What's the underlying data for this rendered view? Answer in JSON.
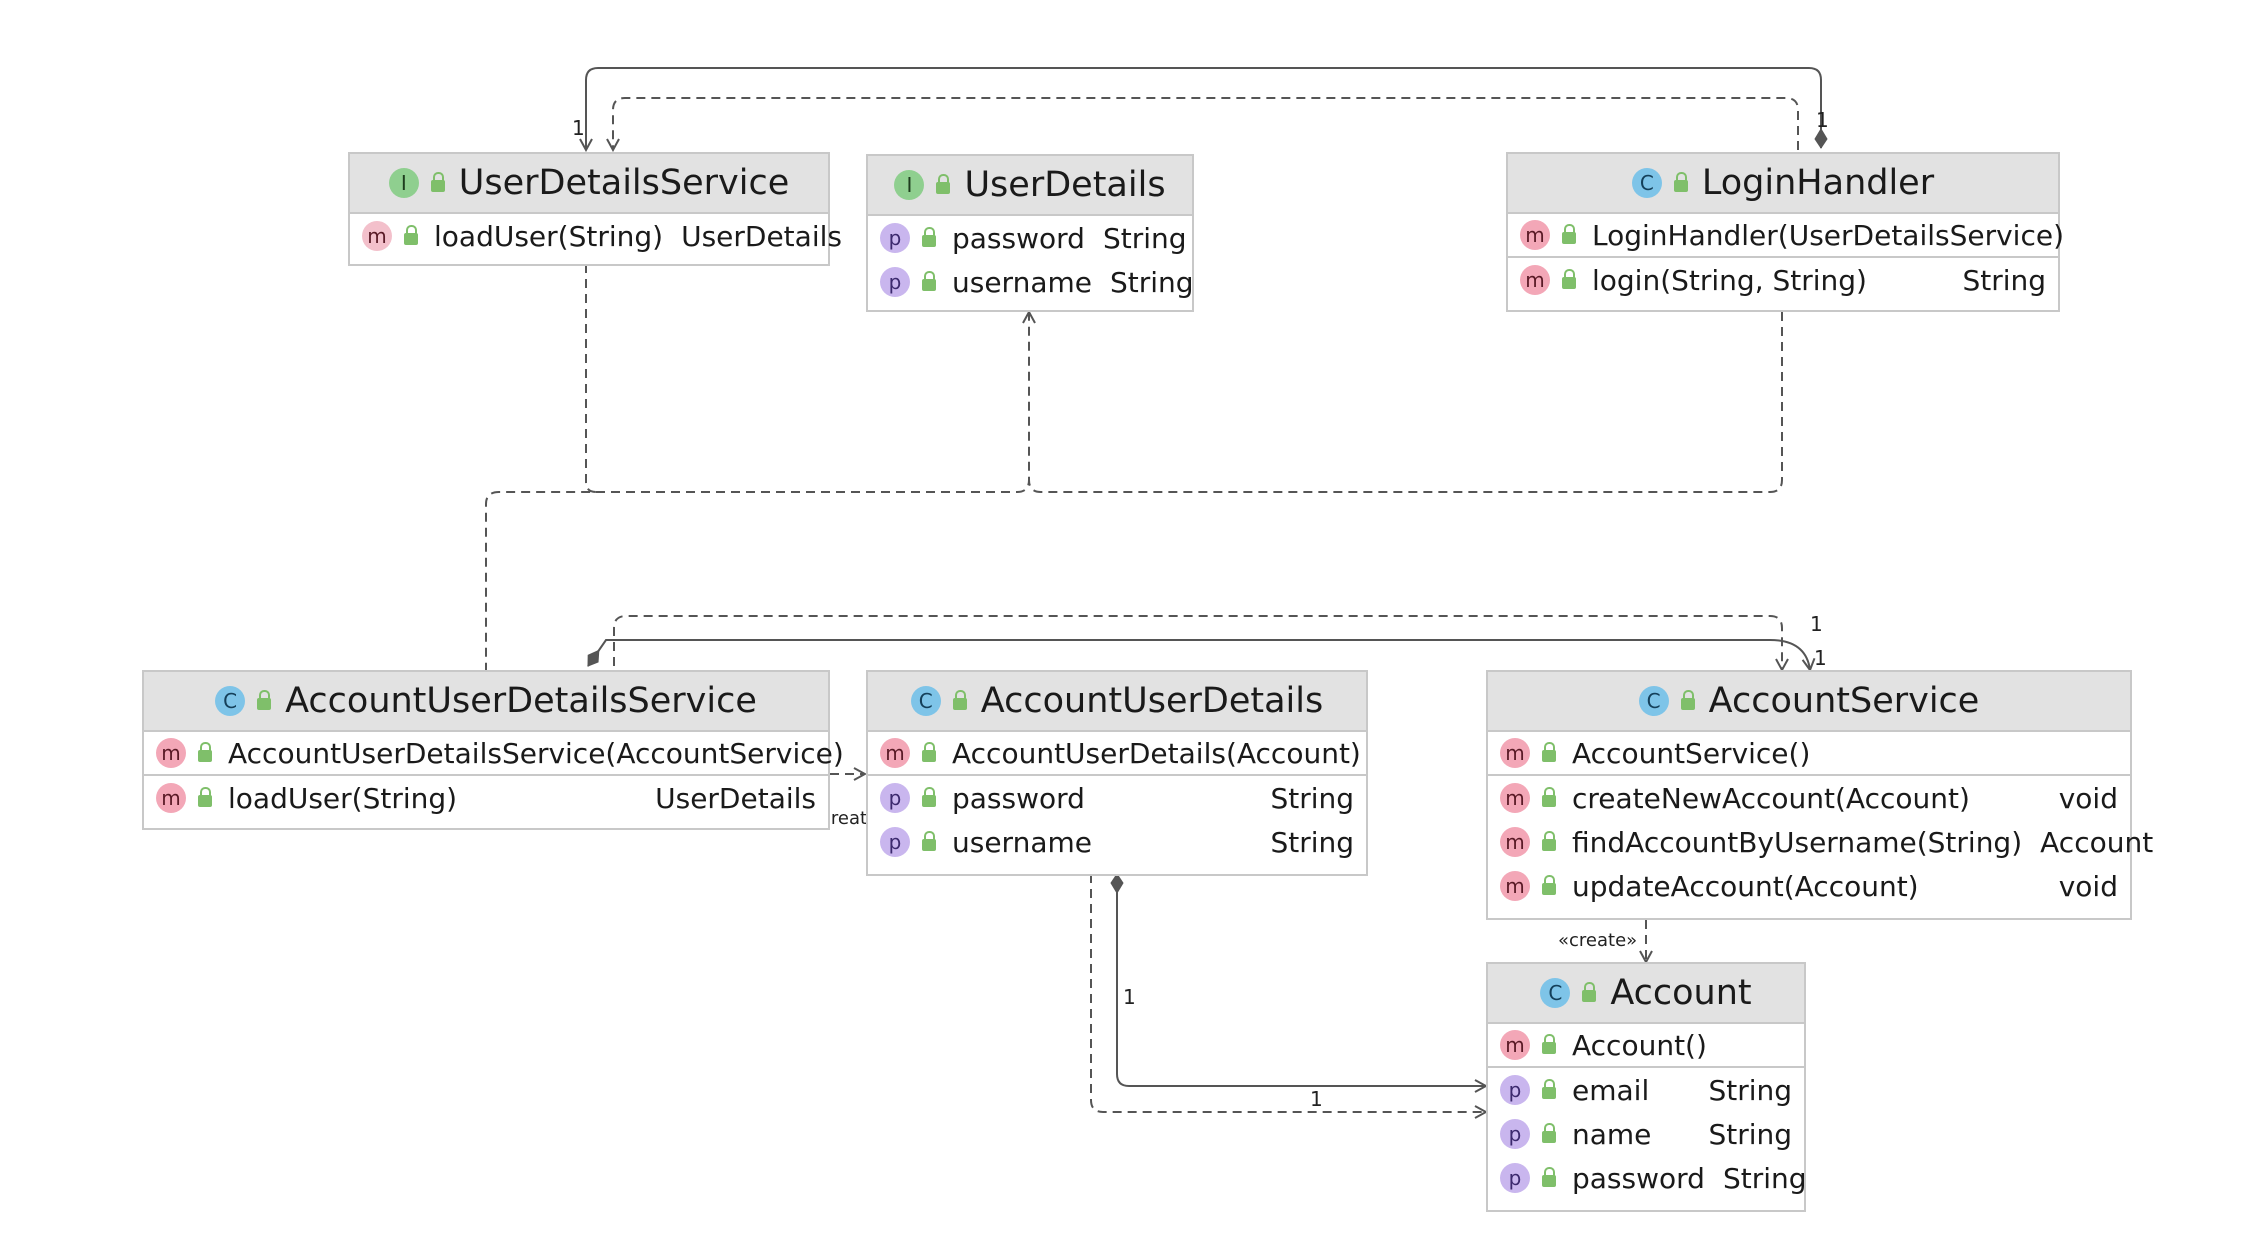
{
  "classes": {
    "user_details_service": {
      "name": "UserDetailsService",
      "kind": "interface",
      "kind_letter": "I",
      "members": [
        {
          "icon_letter": "m",
          "name": "loadUser(String)",
          "type": "UserDetails"
        }
      ]
    },
    "user_details": {
      "name": "UserDetails",
      "kind": "interface",
      "kind_letter": "I",
      "members": [
        {
          "icon_letter": "p",
          "name": "password",
          "type": "String"
        },
        {
          "icon_letter": "p",
          "name": "username",
          "type": "String"
        }
      ]
    },
    "login_handler": {
      "name": "LoginHandler",
      "kind": "class",
      "kind_letter": "C",
      "members": [
        {
          "icon_letter": "m",
          "name": "LoginHandler(UserDetailsService)",
          "type": ""
        },
        {
          "icon_letter": "m",
          "name": "login(String, String)",
          "type": "String"
        }
      ]
    },
    "account_user_details_service": {
      "name": "AccountUserDetailsService",
      "kind": "class",
      "kind_letter": "C",
      "members": [
        {
          "icon_letter": "m",
          "name": "AccountUserDetailsService(AccountService)",
          "type": ""
        },
        {
          "icon_letter": "m",
          "name": "loadUser(String)",
          "type": "UserDetails"
        }
      ]
    },
    "account_user_details": {
      "name": "AccountUserDetails",
      "kind": "class",
      "kind_letter": "C",
      "members": [
        {
          "icon_letter": "m",
          "name": "AccountUserDetails(Account)",
          "type": ""
        },
        {
          "icon_letter": "p",
          "name": "password",
          "type": "String"
        },
        {
          "icon_letter": "p",
          "name": "username",
          "type": "String"
        }
      ]
    },
    "account_service": {
      "name": "AccountService",
      "kind": "class",
      "kind_letter": "C",
      "members": [
        {
          "icon_letter": "m",
          "name": "AccountService()",
          "type": ""
        },
        {
          "icon_letter": "m",
          "name": "createNewAccount(Account)",
          "type": "void"
        },
        {
          "icon_letter": "m",
          "name": "findAccountByUsername(String)",
          "type": "Account"
        },
        {
          "icon_letter": "m",
          "name": "updateAccount(Account)",
          "type": "void"
        }
      ]
    },
    "account": {
      "name": "Account",
      "kind": "class",
      "kind_letter": "C",
      "members": [
        {
          "icon_letter": "m",
          "name": "Account()",
          "type": ""
        },
        {
          "icon_letter": "p",
          "name": "email",
          "type": "String"
        },
        {
          "icon_letter": "p",
          "name": "name",
          "type": "String"
        },
        {
          "icon_letter": "p",
          "name": "password",
          "type": "String"
        }
      ]
    }
  },
  "edge_labels": {
    "multiplicity_one": "1",
    "create_stereotype": "«create»"
  },
  "colors": {
    "header_bg": "#e2e2e2",
    "border": "#c8c8c8",
    "edge": "#555555",
    "interface_badge": "#8fcf8f",
    "class_badge": "#7ec4e8",
    "method_icon": "#f3a7b7",
    "property_icon": "#c9b6ee"
  }
}
